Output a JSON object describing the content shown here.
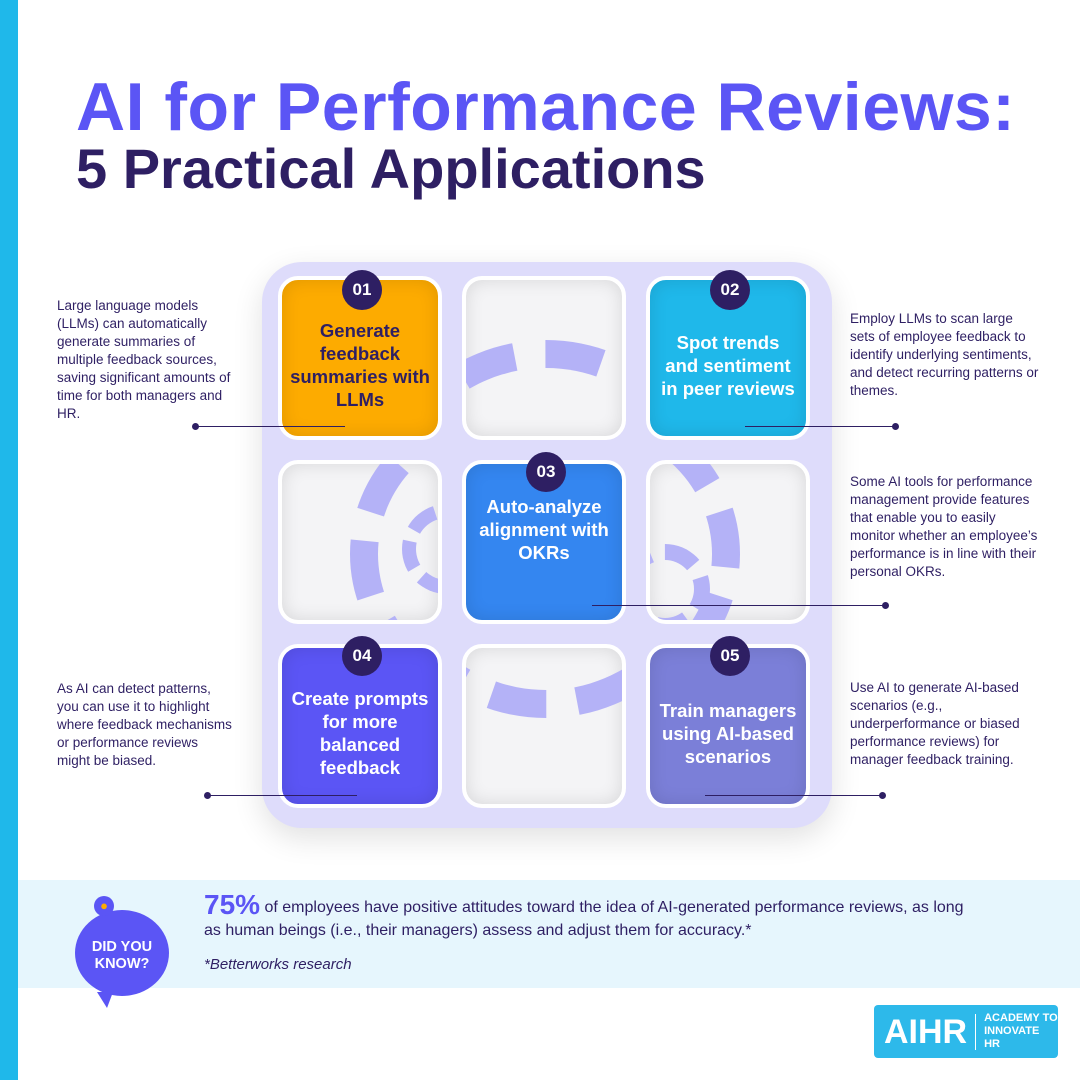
{
  "title": {
    "line1": "AI for Performance Reviews:",
    "line2": "5 Practical Applications"
  },
  "colors": {
    "accent": "#5b55f5",
    "dark": "#2e1f63",
    "cyan": "#1fb8ea",
    "orange": "#fdab00",
    "blue": "#3486f0",
    "slate": "#7b7fd8"
  },
  "applications": [
    {
      "num": "01",
      "title": "Generate feedback summaries with LLMs",
      "desc": "Large language models (LLMs) can automatically generate summaries of multiple feedback sources, saving significant amounts of time for both managers and HR."
    },
    {
      "num": "02",
      "title": "Spot trends and sentiment in peer reviews",
      "desc": "Employ LLMs to scan large sets of employee feedback to identify underlying sentiments, and detect recurring patterns or themes."
    },
    {
      "num": "03",
      "title": "Auto-analyze alignment with OKRs",
      "desc": "Some AI tools for performance management provide features that enable you to easily monitor whether an employee’s performance is in line with their personal OKRs."
    },
    {
      "num": "04",
      "title": "Create prompts for more balanced feedback",
      "desc": "As AI can detect patterns, you can use it to highlight where feedback mechanisms or performance reviews might be biased."
    },
    {
      "num": "05",
      "title": "Train managers using AI-based scenarios",
      "desc": "Use AI to generate AI-based scenarios (e.g., underperformance or biased performance reviews) for manager feedback training."
    }
  ],
  "did_you_know": {
    "badge": "DID YOU KNOW?",
    "stat": "75%",
    "text": " of employees have positive attitudes toward the idea of AI-generated performance reviews, as long as human beings (i.e., their managers) assess and adjust them for accuracy.*",
    "source": "*Betterworks research",
    "icon": "lightbulb-icon"
  },
  "logo": {
    "mark": "AIHR",
    "tagline1": "ACADEMY TO",
    "tagline2": "INNOVATE HR"
  }
}
